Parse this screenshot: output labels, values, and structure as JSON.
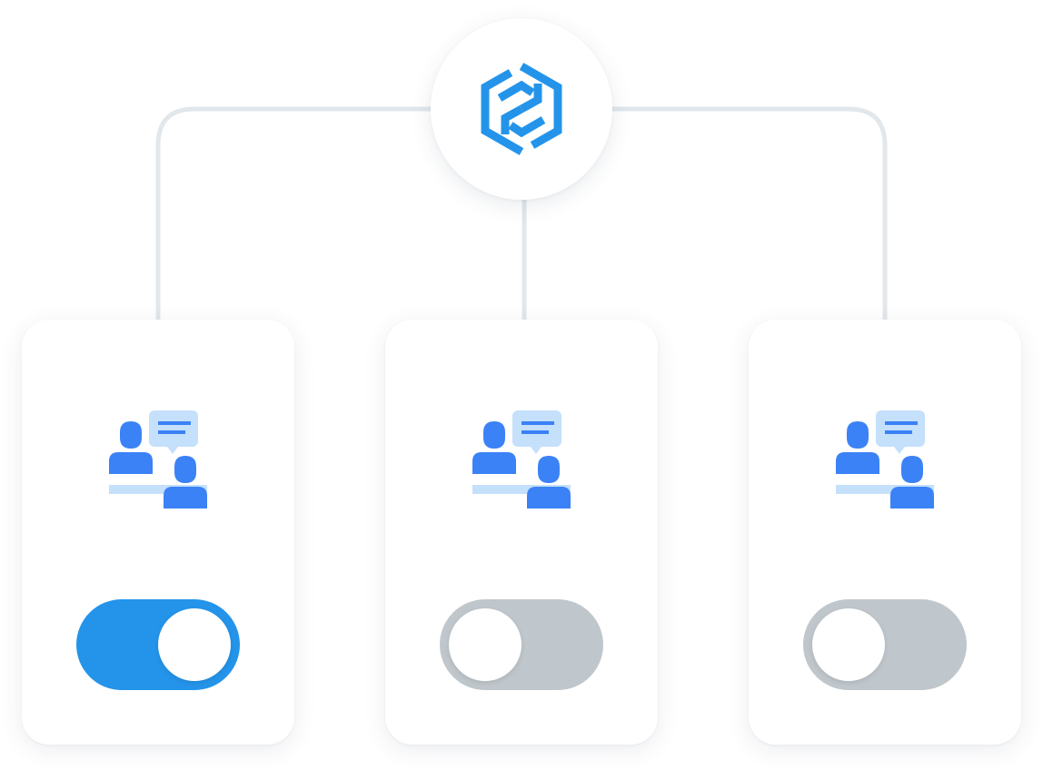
{
  "colors": {
    "accent": "#2494ea",
    "connector": "#e1e7eb",
    "toggle_off": "#c0c7cc",
    "person": "#3b82f6",
    "bubble": "#c5e0fb",
    "desk": "#c5e0fb"
  },
  "hub": {
    "icon": "hexagon-logo-icon"
  },
  "nodes": [
    {
      "icon": "agents-chat-icon",
      "toggle": {
        "state": "on"
      }
    },
    {
      "icon": "agents-chat-icon",
      "toggle": {
        "state": "off"
      }
    },
    {
      "icon": "agents-chat-icon",
      "toggle": {
        "state": "off"
      }
    }
  ]
}
